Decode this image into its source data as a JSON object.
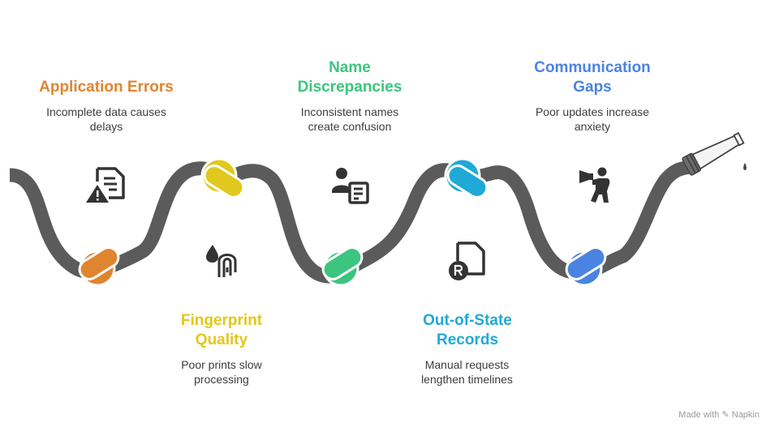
{
  "colors": {
    "rope": "#5b5b5b",
    "orange": "#e0852f",
    "yellow": "#e1c81c",
    "green": "#3cc57f",
    "cyan": "#1fa9d6",
    "blue": "#4b84e0"
  },
  "items": [
    {
      "title": "Application Errors",
      "desc": "Incomplete data causes delays",
      "color": "#e0852f",
      "icon": "document-warning-icon"
    },
    {
      "title": "Fingerprint Quality",
      "desc": "Poor prints slow processing",
      "color": "#e1c81c",
      "icon": "fingerprint-icon"
    },
    {
      "title": "Name Discrepancies",
      "desc": "Inconsistent names create confusion",
      "color": "#3cc57f",
      "icon": "person-document-icon"
    },
    {
      "title": "Out-of-State Records",
      "desc": "Manual requests lengthen timelines",
      "color": "#1fa9d6",
      "icon": "registered-document-icon"
    },
    {
      "title": "Communication Gaps",
      "desc": "Poor updates increase anxiety",
      "color": "#4b84e0",
      "icon": "megaphone-person-icon"
    }
  ],
  "watermark": "Made with ✎ Napkin"
}
